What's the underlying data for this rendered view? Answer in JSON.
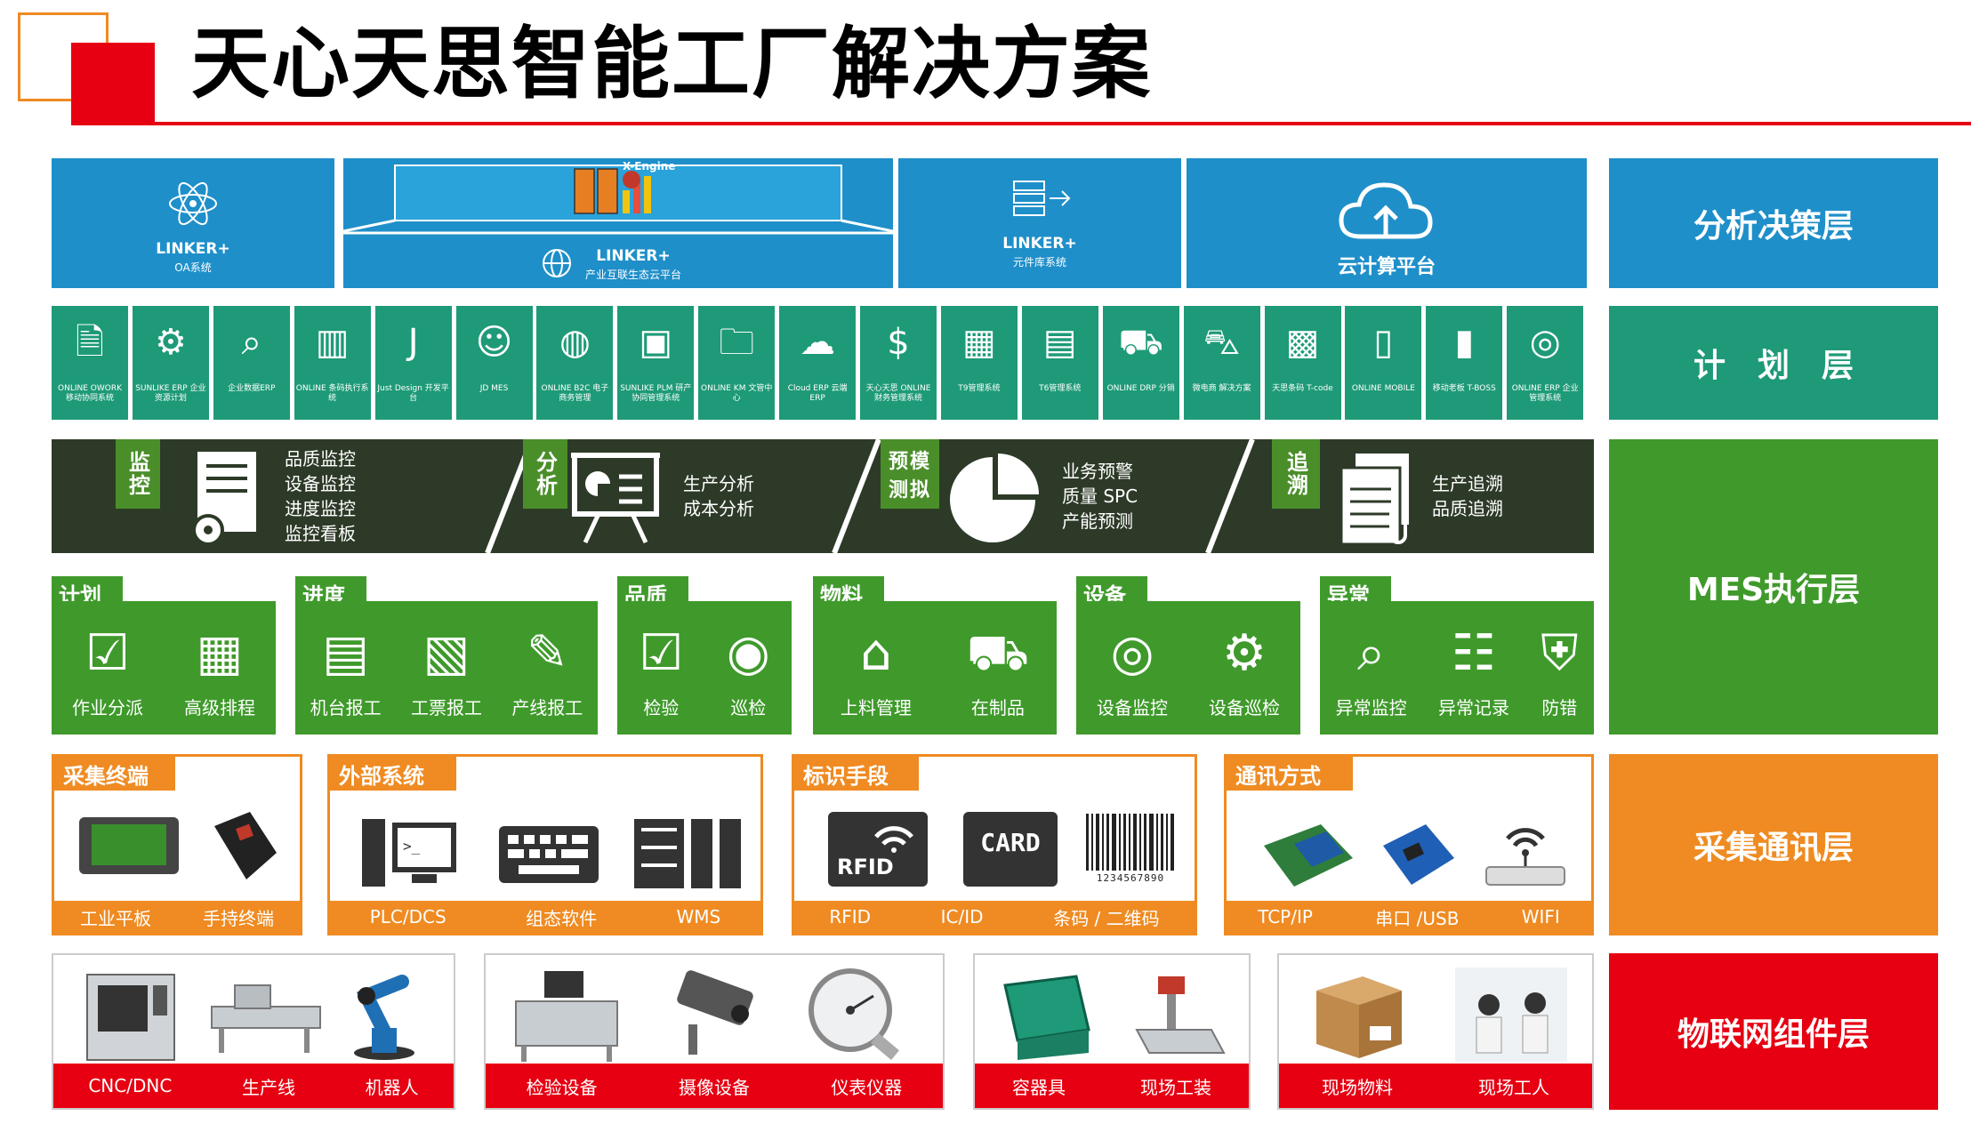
{
  "title": "天心天思智能工厂解决方案",
  "colors": {
    "red": "#e60012",
    "orange": "#ef8b22",
    "blue": "#1f8fc9",
    "teal": "#1e9a78",
    "green": "#3f9a2b",
    "dark": "#2d3a28"
  },
  "layers": [
    "分析决策层",
    "计　划　层",
    "MES执行层",
    "采集通讯层",
    "物联网组件层"
  ],
  "analysis": {
    "oa_brand": "LINKER+",
    "oa_sub": "OA系统",
    "xengine": "X-Engine",
    "platform_brand": "LINKER+",
    "platform_sub": "产业互联生态云平台",
    "component_brand": "LINKER+",
    "component_sub": "元件库系统",
    "cloud": "云计算平台"
  },
  "plan_tiles": [
    {
      "icon": "document-icon",
      "label": "ONLINE OWORK 移动协同系统"
    },
    {
      "icon": "gear-icon",
      "label": "SUNLIKE ERP 企业资源计划"
    },
    {
      "icon": "search-icon",
      "label": "企业数据ERP"
    },
    {
      "icon": "barcode-icon",
      "label": "ONLINE 条码执行系统"
    },
    {
      "icon": "jd-icon",
      "label": "Just Design 开发平台"
    },
    {
      "icon": "users-icon",
      "label": "JD MES"
    },
    {
      "icon": "globe-cart-icon",
      "label": "ONLINE B2C 电子商务管理"
    },
    {
      "icon": "box-icon",
      "label": "SUNLIKE PLM 研产协同管理系统"
    },
    {
      "icon": "folder-search-icon",
      "label": "ONLINE KM 文管中心"
    },
    {
      "icon": "cloud-icon",
      "label": "Cloud ERP 云端ERP"
    },
    {
      "icon": "money-icon",
      "label": "天心天思 ONLINE 财务管理系统"
    },
    {
      "icon": "calendar-icon",
      "label": "T9管理系统"
    },
    {
      "icon": "report-icon",
      "label": "T6管理系统"
    },
    {
      "icon": "cart-hand-icon",
      "label": "ONLINE DRP 分销"
    },
    {
      "icon": "shopping-cart-icon",
      "label": "微电商 解决方案"
    },
    {
      "icon": "qr-icon",
      "label": "天思条码 T-code"
    },
    {
      "icon": "mobile-chart-icon",
      "label": "ONLINE MOBILE"
    },
    {
      "icon": "phone-icon",
      "label": "移动老板 T-BOSS"
    },
    {
      "icon": "globe-icon",
      "label": "ONLINE ERP 企业管理系统"
    }
  ],
  "mes_dark": [
    {
      "label": "监控",
      "items": [
        "品质监控",
        "设备监控",
        "进度监控",
        "监控看板"
      ]
    },
    {
      "label": "分析",
      "items": [
        "生产分析",
        "成本分析"
      ]
    },
    {
      "label": "预模测拟",
      "items": [
        "业务预警",
        "质量 SPC",
        "产能预测"
      ]
    },
    {
      "label": "追溯",
      "items": [
        "生产追溯",
        "品质追溯"
      ]
    }
  ],
  "mes_modules": [
    {
      "title": "计划",
      "items": [
        {
          "icon": "dispatch-icon",
          "label": "作业分派"
        },
        {
          "icon": "schedule-icon",
          "label": "高级排程"
        }
      ]
    },
    {
      "title": "进度",
      "items": [
        {
          "icon": "machine-report-icon",
          "label": "机台报工"
        },
        {
          "icon": "ticket-report-icon",
          "label": "工票报工"
        },
        {
          "icon": "line-report-icon",
          "label": "产线报工"
        }
      ]
    },
    {
      "title": "品质",
      "items": [
        {
          "icon": "checklist-icon",
          "label": "检验"
        },
        {
          "icon": "patrol-icon",
          "label": "巡检"
        }
      ]
    },
    {
      "title": "物料",
      "items": [
        {
          "icon": "warehouse-icon",
          "label": "上料管理"
        },
        {
          "icon": "truck-icon",
          "label": "在制品"
        }
      ]
    },
    {
      "title": "设备",
      "items": [
        {
          "icon": "device-monitor-icon",
          "label": "设备监控"
        },
        {
          "icon": "device-patrol-icon",
          "label": "设备巡检"
        }
      ]
    },
    {
      "title": "异常",
      "items": [
        {
          "icon": "magnifier-icon",
          "label": "异常监控"
        },
        {
          "icon": "record-icon",
          "label": "异常记录"
        },
        {
          "icon": "shield-icon",
          "label": "防错"
        }
      ]
    }
  ],
  "collect_modules": [
    {
      "title": "采集终端",
      "items": [
        "工业平板",
        "手持终端"
      ]
    },
    {
      "title": "外部系统",
      "items": [
        "PLC/DCS",
        "组态软件",
        "WMS"
      ]
    },
    {
      "title": "标识手段",
      "items": [
        "RFID",
        "IC/ID",
        "条码 / 二维码"
      ],
      "rfid": "RFID",
      "card": "CARD",
      "barcode_digits": "1234567890"
    },
    {
      "title": "通讯方式",
      "items": [
        "TCP/IP",
        "串口 /USB",
        "WIFI"
      ]
    }
  ],
  "iot_modules": [
    {
      "items": [
        "CNC/DNC",
        "生产线",
        "机器人"
      ]
    },
    {
      "items": [
        "检验设备",
        "摄像设备",
        "仪表仪器"
      ]
    },
    {
      "items": [
        "容器具",
        "现场工装"
      ]
    },
    {
      "items": [
        "现场物料",
        "现场工人"
      ]
    }
  ]
}
